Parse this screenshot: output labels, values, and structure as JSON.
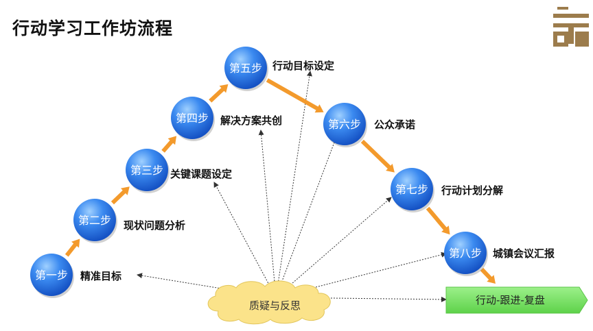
{
  "page": {
    "title": "行动学习工作坊流程"
  },
  "logo": {
    "icon": "brand-logo-icon",
    "color": "#9c7c4c"
  },
  "steps": [
    {
      "badge": "第一步",
      "label": "精准目标"
    },
    {
      "badge": "第二步",
      "label": "现状问题分析"
    },
    {
      "badge": "第三步",
      "label": "关键课题设定"
    },
    {
      "badge": "第四步",
      "label": "解决方案共创"
    },
    {
      "badge": "第五步",
      "label": "行动目标设定"
    },
    {
      "badge": "第六步",
      "label": "公众承诺"
    },
    {
      "badge": "第七步",
      "label": "行动计划分解"
    },
    {
      "badge": "第八步",
      "label": "城镇会议汇报"
    }
  ],
  "center": {
    "label": "质疑与反思"
  },
  "outcome": {
    "label": "行动-跟进-复盘"
  },
  "colors": {
    "circle": "#1f6fe0",
    "circle_light": "#8cc0ff",
    "arrow": "#f39a2c",
    "cloud": "#fbe38a",
    "banner": "#7ee86a"
  }
}
